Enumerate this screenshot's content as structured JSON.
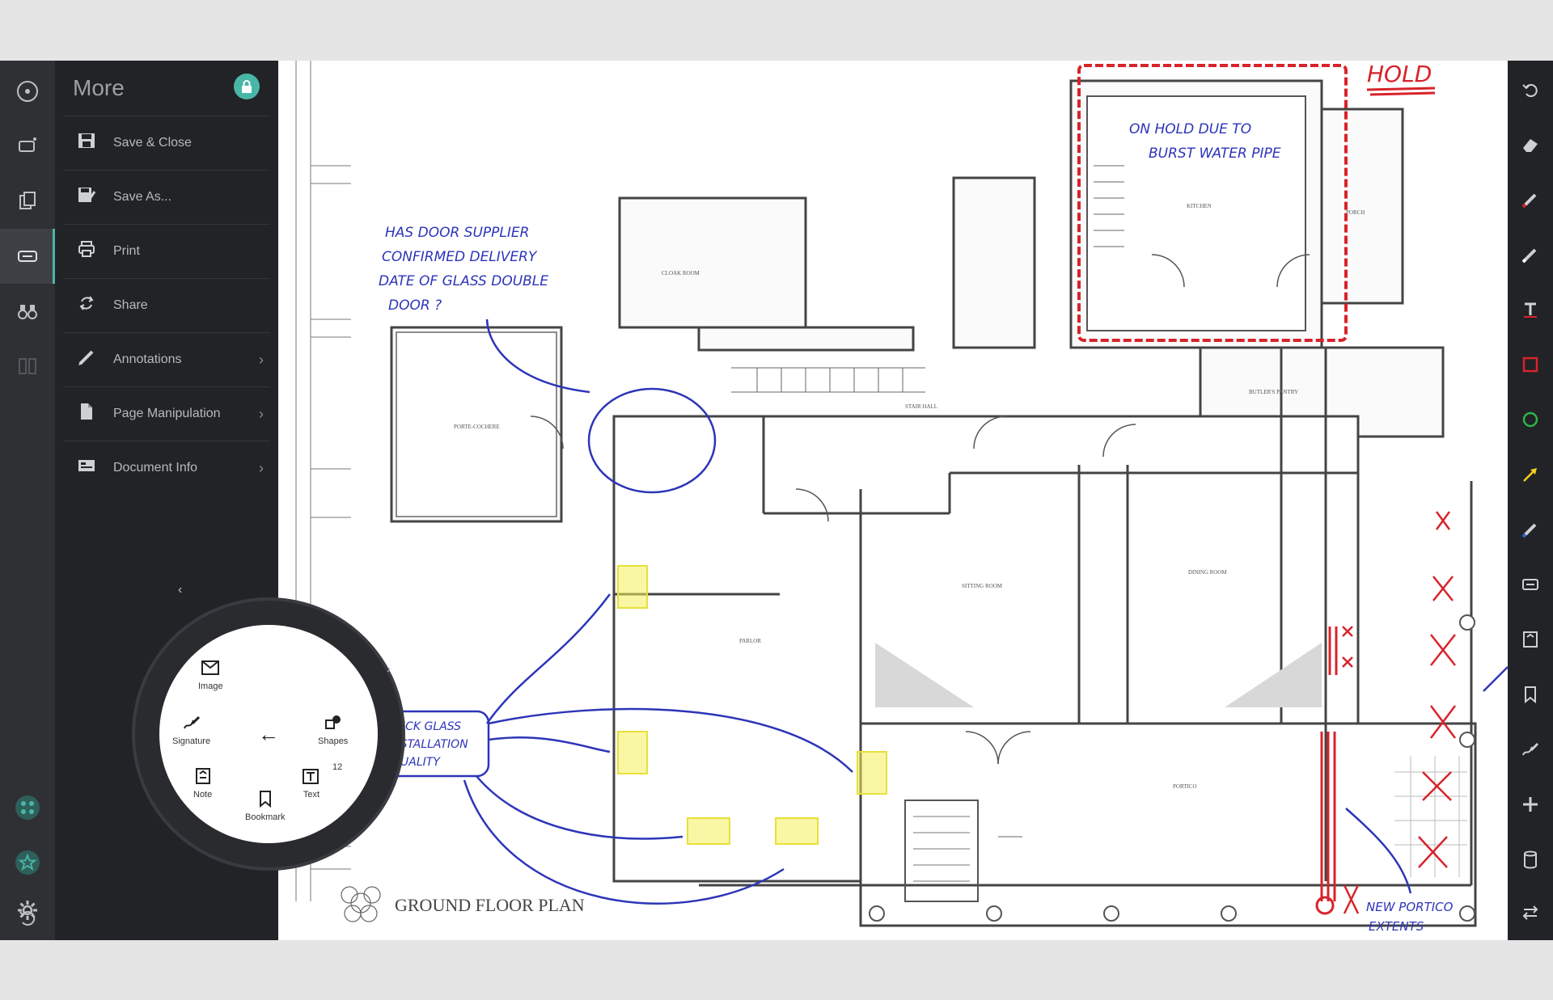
{
  "flyout": {
    "title": "More",
    "items": [
      {
        "label": "Save & Close"
      },
      {
        "label": "Save As..."
      },
      {
        "label": "Print"
      },
      {
        "label": "Share"
      },
      {
        "label": "Annotations"
      },
      {
        "label": "Page Manipulation"
      },
      {
        "label": "Document Info"
      }
    ]
  },
  "radial": {
    "image": "Image",
    "signature": "Signature",
    "shapes": "Shapes",
    "note": "Note",
    "bookmark": "Bookmark",
    "text": "Text",
    "text_badge": "12"
  },
  "plan": {
    "title": "GROUND FLOOR PLAN",
    "rooms": {
      "kitchen": "KITCHEN",
      "porch": "PORCH",
      "cloak": "CLOAK ROOM",
      "porte": "PORTE-COCHERE",
      "butler": "BUTLER'S PANTRY",
      "parlor": "PARLOR",
      "sitting": "SITTING ROOM",
      "dining": "DINING ROOM",
      "portico": "PORTICO",
      "stair": "STAIR HALL"
    }
  },
  "annotations": {
    "hold": "HOLD",
    "hold_note": [
      "ON HOLD DUE TO",
      "BURST WATER PIPE"
    ],
    "door_q": [
      "HAS DOOR SUPPLIER",
      "CONFIRMED DELIVERY",
      "DATE OF GLASS DOUBLE",
      "DOOR ?"
    ],
    "glass": [
      "CHECK GLASS",
      "INSTALLATION",
      "QUALITY"
    ],
    "portico": [
      "NEW PORTICO",
      "EXTENTS"
    ]
  },
  "colors": {
    "accent": "#49b7a8",
    "ink_blue": "#2d35b8",
    "markup_red": "#d8232a",
    "highlight_yellow": "#f4f15a"
  }
}
